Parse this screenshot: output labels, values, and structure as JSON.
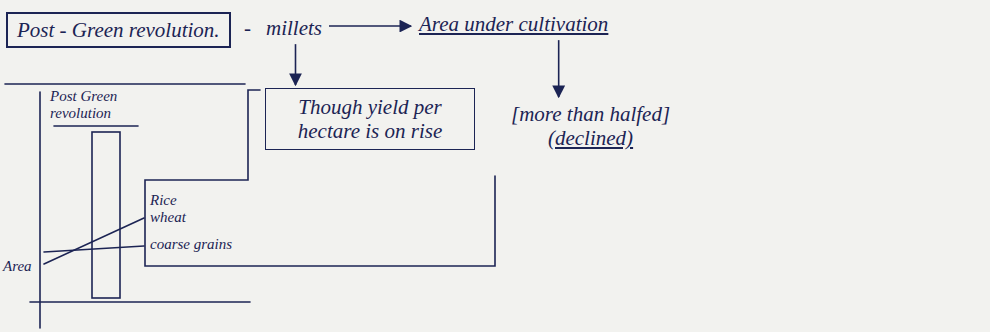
{
  "diagram": {
    "nodes": [
      {
        "text": [
          "Post - Green revolution."
        ]
      },
      {
        "text": [
          "millets"
        ]
      },
      {
        "text": [
          "Area under cultivation"
        ]
      },
      {
        "text": [
          "Though yield per hectare is on rise"
        ]
      },
      {
        "text": [
          "[more than halfed]",
          "(declined)"
        ]
      }
    ],
    "edges": [
      {
        "from": 1,
        "to": 2,
        "arrow": "to"
      },
      {
        "from": 1,
        "to": 3,
        "arrow": "to"
      },
      {
        "from": 2,
        "to": 4,
        "arrow": "to"
      }
    ],
    "labels": [
      "-",
      "Post Green revolution",
      "Rice wheat",
      "coarse grains",
      "Area"
    ]
  }
}
